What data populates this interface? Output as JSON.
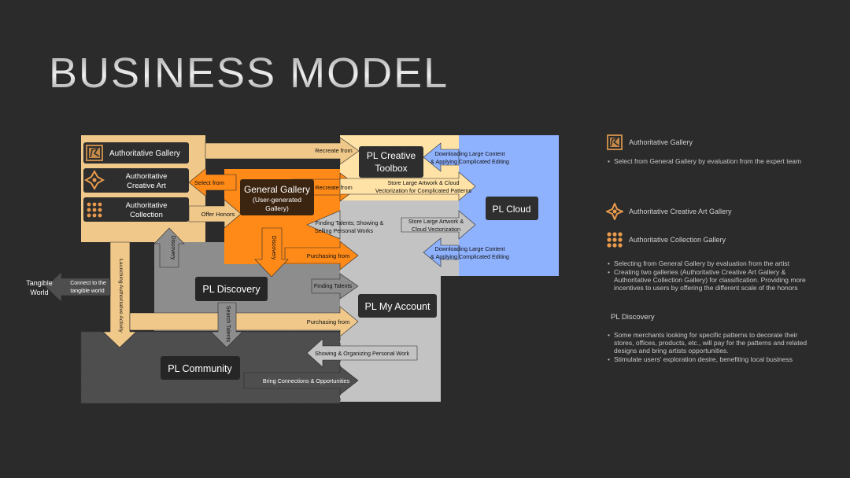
{
  "title": "BUSINESS MODEL",
  "colors": {
    "background": "#2b2b2b",
    "gallery_tan": "#f0c98a",
    "general_orange": "#ff8a18",
    "toolbox_yellow": "#ffe2a6",
    "cloud_blue": "#8fb2ff",
    "account_gray": "#c3c3c3",
    "discovery_gray": "#8d8d8d",
    "community_gray": "#4e4e4e",
    "node_dark": "#2e2e2e"
  },
  "nodes": {
    "auth_gallery": "Authoritative Gallery",
    "auth_art_1": "Authoritative",
    "auth_art_2": "Creative Art",
    "auth_coll_1": "Authoritative",
    "auth_coll_2": "Collection",
    "general_gallery": "General Gallery",
    "general_sub_1": "(User-generated",
    "general_sub_2": "Gallery)",
    "toolbox_1": "PL Creative",
    "toolbox_2": "Toolbox",
    "cloud": "PL Cloud",
    "discovery": "PL Discovery",
    "my_account": "PL My Account",
    "community": "PL Community",
    "tangible_1": "Tangible",
    "tangible_2": "World"
  },
  "arrows": {
    "recreate_from_1": "Recreate from",
    "recreate_from_2": "Recreate from",
    "select_from": "Select from",
    "offer_honors": "Offer Honors",
    "downloading_1a": "Downloading Large Content",
    "downloading_1b": "& Applying Complicated Editing",
    "store_1a": "Store Large Artwork & Cloud",
    "store_1b": "Vectorization for Complicated Patterns",
    "finding_showing_1": "Finding Talents; Showing &",
    "finding_showing_2": "Selling Personal Works",
    "store_2a": "Store Large Artwork &",
    "store_2b": "Cloud Vectorization",
    "downloading_2a": "Downloading Large Content",
    "downloading_2b": "& Applying Complicated Editing",
    "purchasing_from_1": "Purchasing from",
    "discovery_up": "Discovery",
    "discovery_down": "Discovery",
    "connect_1": "Connect to the",
    "connect_2": "tangible world",
    "launching": "Launching Authoritative Activity",
    "finding_talents": "Finding Talents",
    "search_talents": "Search Talents",
    "purchasing_from_2": "Purchasing from",
    "showing_organizing": "Showing & Organizing Personal Work",
    "bring_connections": "Bring Connections & Opportunities"
  },
  "notes": {
    "gallery": {
      "icon": "authoritative-gallery-icon",
      "title": "Authoritative Gallery",
      "items": [
        "Select from General Gallery by evaluation from the expert team"
      ]
    },
    "creative_art": {
      "icon": "creative-art-icon",
      "title": "Authoritative Creative Art Gallery"
    },
    "collection": {
      "icon": "collection-icon",
      "title": "Authoritative Collection Gallery",
      "items": [
        "Selecting from General Gallery by evaluation from the artist",
        "Creating two galleries (Authoritative Creative Art Gallery & Authoritative Collection Gallery) for classification. Providing more incentives to users by offering the different scale of the honors"
      ]
    },
    "discovery": {
      "title": "PL Discovery",
      "items": [
        "Some merchants looking for specific patterns to decorate their stores, offices, products, etc., will pay for the patterns and related designs and bring artists opportunities.",
        "Stimulate users' exploration desire, benefiting local business"
      ]
    }
  }
}
